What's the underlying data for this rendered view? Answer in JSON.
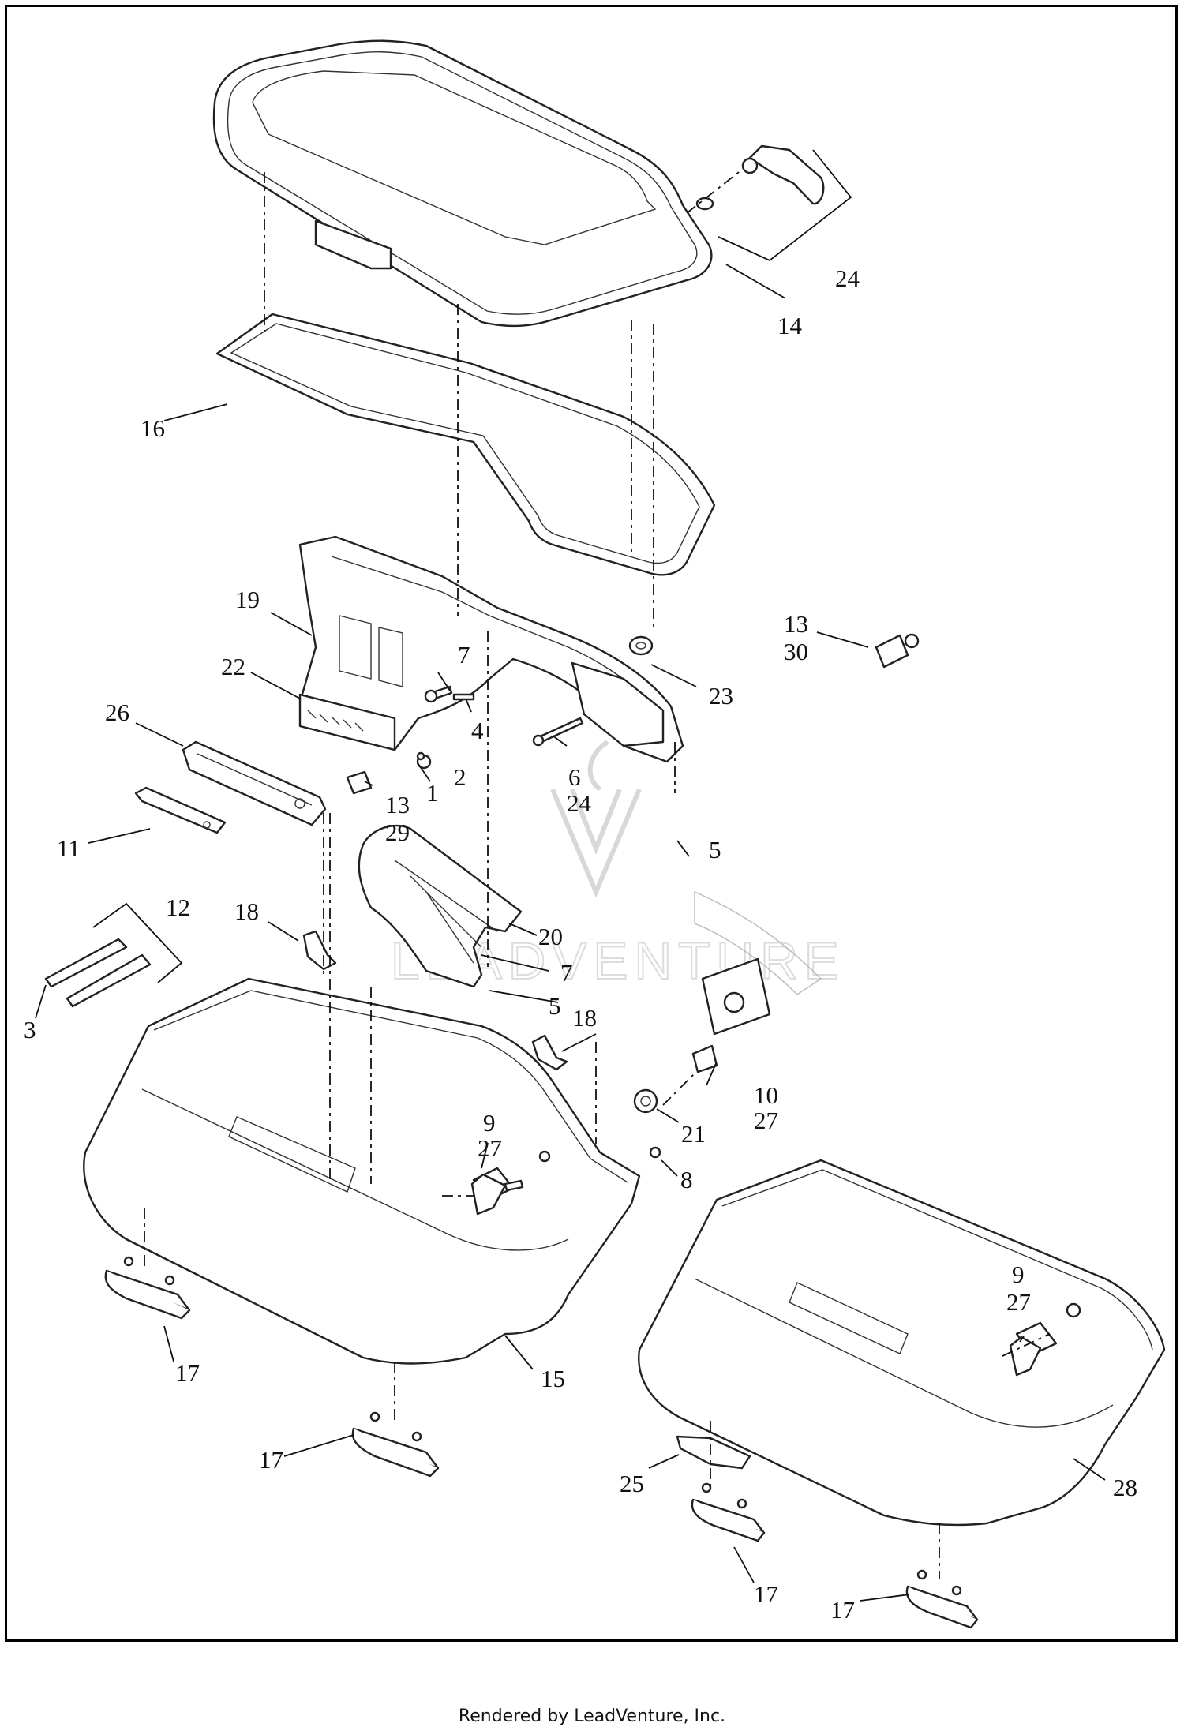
{
  "diagram": {
    "callouts": [
      {
        "id": "c24a",
        "text": "24"
      },
      {
        "id": "c14",
        "text": "14"
      },
      {
        "id": "c16",
        "text": "16"
      },
      {
        "id": "c19",
        "text": "19"
      },
      {
        "id": "c22",
        "text": "22"
      },
      {
        "id": "c7a",
        "text": "7"
      },
      {
        "id": "c4",
        "text": "4"
      },
      {
        "id": "c23",
        "text": "23"
      },
      {
        "id": "c13a",
        "text": "13"
      },
      {
        "id": "c30",
        "text": "30"
      },
      {
        "id": "c26",
        "text": "26"
      },
      {
        "id": "c2",
        "text": "2"
      },
      {
        "id": "c1",
        "text": "1"
      },
      {
        "id": "c13b",
        "text": "13"
      },
      {
        "id": "c29",
        "text": "29"
      },
      {
        "id": "c6",
        "text": "6"
      },
      {
        "id": "c24b",
        "text": "24"
      },
      {
        "id": "c11",
        "text": "11"
      },
      {
        "id": "c5a",
        "text": "5"
      },
      {
        "id": "c12",
        "text": "12"
      },
      {
        "id": "c18a",
        "text": "18"
      },
      {
        "id": "c20",
        "text": "20"
      },
      {
        "id": "c7b",
        "text": "7"
      },
      {
        "id": "c3",
        "text": "3"
      },
      {
        "id": "c5b",
        "text": "5"
      },
      {
        "id": "c18b",
        "text": "18"
      },
      {
        "id": "c10",
        "text": "10"
      },
      {
        "id": "c27a",
        "text": "27"
      },
      {
        "id": "c21",
        "text": "21"
      },
      {
        "id": "c9a",
        "text": "9"
      },
      {
        "id": "c27b",
        "text": "27"
      },
      {
        "id": "c8",
        "text": "8"
      },
      {
        "id": "c9b",
        "text": "9"
      },
      {
        "id": "c27c",
        "text": "27"
      },
      {
        "id": "c17a",
        "text": "17"
      },
      {
        "id": "c15",
        "text": "15"
      },
      {
        "id": "c17b",
        "text": "17"
      },
      {
        "id": "c25",
        "text": "25"
      },
      {
        "id": "c28",
        "text": "28"
      },
      {
        "id": "c17c",
        "text": "17"
      },
      {
        "id": "c17d",
        "text": "17"
      }
    ],
    "watermark_text": "LEADVENTURE"
  },
  "footer": {
    "text": "Rendered by LeadVenture, Inc."
  }
}
